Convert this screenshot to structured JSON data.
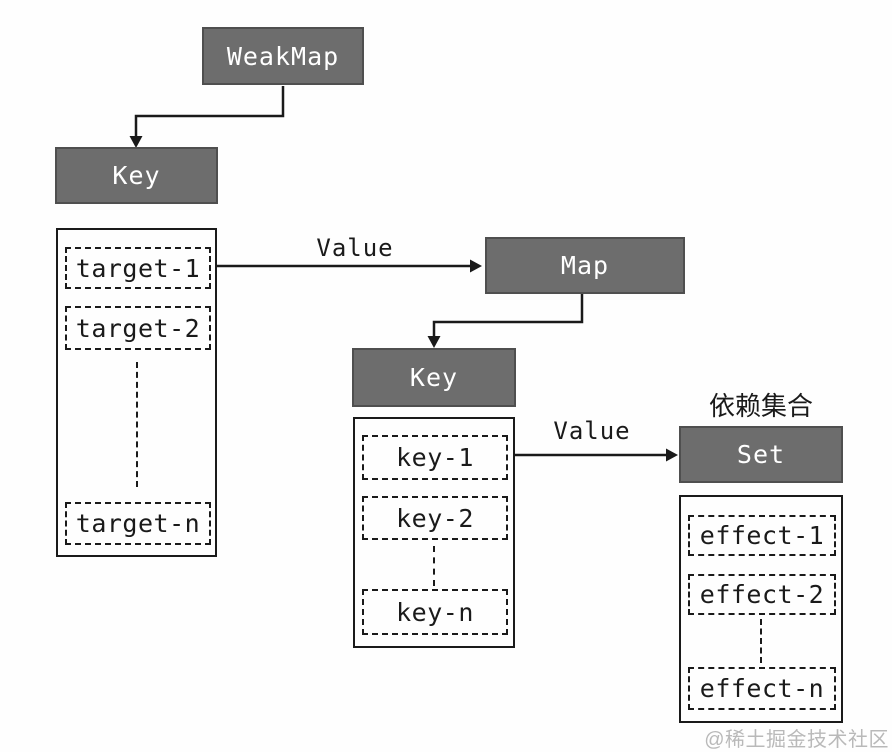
{
  "nodes": {
    "weakmap": "WeakMap",
    "key_outer": "Key",
    "map": "Map",
    "key_inner": "Key",
    "set": "Set"
  },
  "lists": {
    "targets": [
      "target-1",
      "target-2",
      "target-n"
    ],
    "keys": [
      "key-1",
      "key-2",
      "key-n"
    ],
    "effects": [
      "effect-1",
      "effect-2",
      "effect-n"
    ]
  },
  "edges": {
    "value_1": "Value",
    "value_2": "Value"
  },
  "annotations": {
    "dependency_set": "依赖集合",
    "watermark": "@稀土掘金技术社区"
  },
  "colors": {
    "node_fill": "#6d6d6d",
    "node_border": "#4f4f4f",
    "node_text": "#ffffff",
    "line": "#1a1a1a",
    "text": "#1a1a1a",
    "watermark": "#b9b9b9",
    "background": "#fefefe"
  }
}
